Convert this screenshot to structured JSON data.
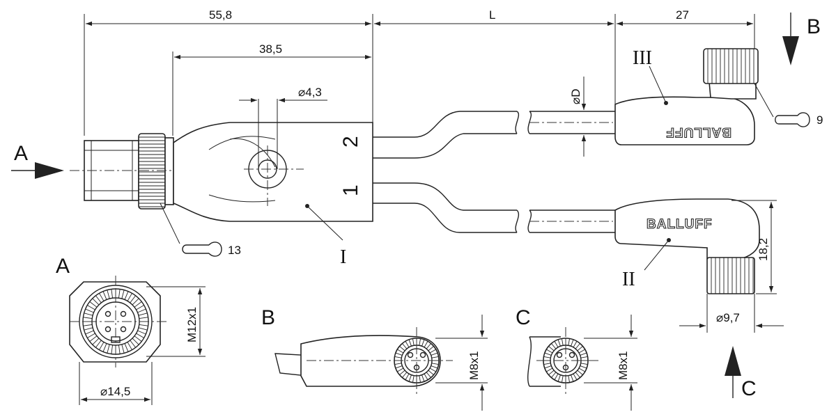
{
  "dimensions": {
    "overall_length": "55,8",
    "cable_length": "L",
    "right_width": "27",
    "body_length": "38,5",
    "hole_diameter": "⌀4,3",
    "cable_diameter": "⌀D",
    "height_right_angle": "18,2",
    "nut_diameter": "⌀9,7",
    "thread_m12": "M12x1",
    "diameter_m12": "⌀14,5",
    "thread_m8_b": "M8x1",
    "thread_m8_c": "M8x1"
  },
  "views": {
    "view_a_arrow": "A",
    "view_b_arrow": "B",
    "view_c_arrow": "C",
    "view_a_title": "A",
    "view_b_title": "B",
    "view_c_title": "C"
  },
  "parts": {
    "part_one": "I",
    "part_two": "II",
    "part_three": "III"
  },
  "port_labels": {
    "port_1": "1",
    "port_2": "2"
  },
  "torques": {
    "m12_torque": "13",
    "m8_torque": "9"
  },
  "brand": {
    "logo_upper": "BALLUFF",
    "logo_lower": "BALLUFF"
  }
}
